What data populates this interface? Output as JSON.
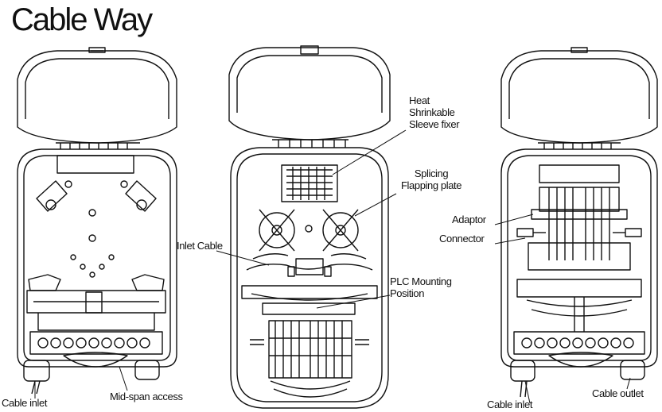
{
  "title": "Cable Way",
  "labels": {
    "heat_sleeve_fixer": "Heat\nShrinkable\nSleeve fixer",
    "splicing_plate": "Splicing\nFlapping plate",
    "inlet_cable": "Inlet Cable",
    "plc_mounting": "PLC Mounting\nPosition",
    "adaptor": "Adaptor",
    "connector": "Connector",
    "cable_inlet_left": "Cable inlet",
    "mid_span_access": "Mid-span access",
    "cable_inlet_right": "Cable inlet",
    "cable_outlet": "Cable outlet"
  },
  "line_color": "#111111"
}
